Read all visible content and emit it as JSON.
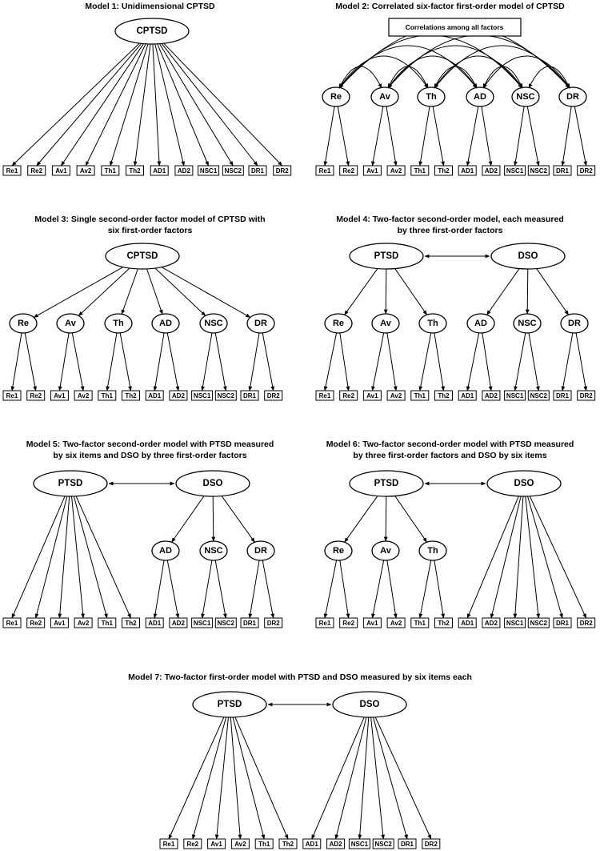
{
  "models": [
    {
      "id": "m1",
      "title": "Model 1: Unidimensional CPTSD",
      "factors": {
        "cptsd": "CPTSD"
      },
      "items": [
        "Re1",
        "Re2",
        "Av1",
        "Av2",
        "Th1",
        "Th2",
        "AD1",
        "AD2",
        "NSC1",
        "NSC2",
        "DR1",
        "DR2"
      ]
    },
    {
      "id": "m2",
      "title": "Model 2: Correlated six-factor first-order model of CPTSD",
      "note": "Correlations among all factors",
      "factors": [
        "Re",
        "Av",
        "Th",
        "AD",
        "NSC",
        "DR"
      ],
      "items": [
        "Re1",
        "Re2",
        "Av1",
        "Av2",
        "Th1",
        "Th2",
        "AD1",
        "AD2",
        "NSC1",
        "NSC2",
        "DR1",
        "DR2"
      ]
    },
    {
      "id": "m3",
      "title_line1": "Model 3: Single second-order factor model of CPTSD with",
      "title_line2": "six first-order factors",
      "top": "CPTSD",
      "factors": [
        "Re",
        "Av",
        "Th",
        "AD",
        "NSC",
        "DR"
      ],
      "items": [
        "Re1",
        "Re2",
        "Av1",
        "Av2",
        "Th1",
        "Th2",
        "AD1",
        "AD2",
        "NSC1",
        "NSC2",
        "DR1",
        "DR2"
      ]
    },
    {
      "id": "m4",
      "title_line1": "Model 4: Two-factor second-order model, each measured",
      "title_line2": "by three first-order factors",
      "tops": [
        "PTSD",
        "DSO"
      ],
      "factors": [
        "Re",
        "Av",
        "Th",
        "AD",
        "NSC",
        "DR"
      ],
      "items": [
        "Re1",
        "Re2",
        "Av1",
        "Av2",
        "Th1",
        "Th2",
        "AD1",
        "AD2",
        "NSC1",
        "NSC2",
        "DR1",
        "DR2"
      ]
    },
    {
      "id": "m5",
      "title_line1": "Model 5: Two-factor second-order model with PTSD measured",
      "title_line2": "by six items and DSO by three first-order factors",
      "tops": [
        "PTSD",
        "DSO"
      ],
      "factors": [
        "AD",
        "NSC",
        "DR"
      ],
      "items": [
        "Re1",
        "Re2",
        "Av1",
        "Av2",
        "Th1",
        "Th2",
        "AD1",
        "AD2",
        "NSC1",
        "NSC2",
        "DR1",
        "DR2"
      ]
    },
    {
      "id": "m6",
      "title_line1": "Model 6: Two-factor second-order model with PTSD measured",
      "title_line2": "by three first-order factors and DSO by six items",
      "tops": [
        "PTSD",
        "DSO"
      ],
      "factors": [
        "Re",
        "Av",
        "Th"
      ],
      "items": [
        "Re1",
        "Re2",
        "Av1",
        "Av2",
        "Th1",
        "Th2",
        "AD1",
        "AD2",
        "NSC1",
        "NSC2",
        "DR1",
        "DR2"
      ]
    },
    {
      "id": "m7",
      "title": "Model 7: Two-factor first-order model with PTSD and DSO measured by six items each",
      "tops": [
        "PTSD",
        "DSO"
      ],
      "items": [
        "Re1",
        "Re2",
        "Av1",
        "Av2",
        "Th1",
        "Th2",
        "AD1",
        "AD2",
        "NSC1",
        "NSC2",
        "DR1",
        "DR2"
      ]
    }
  ]
}
